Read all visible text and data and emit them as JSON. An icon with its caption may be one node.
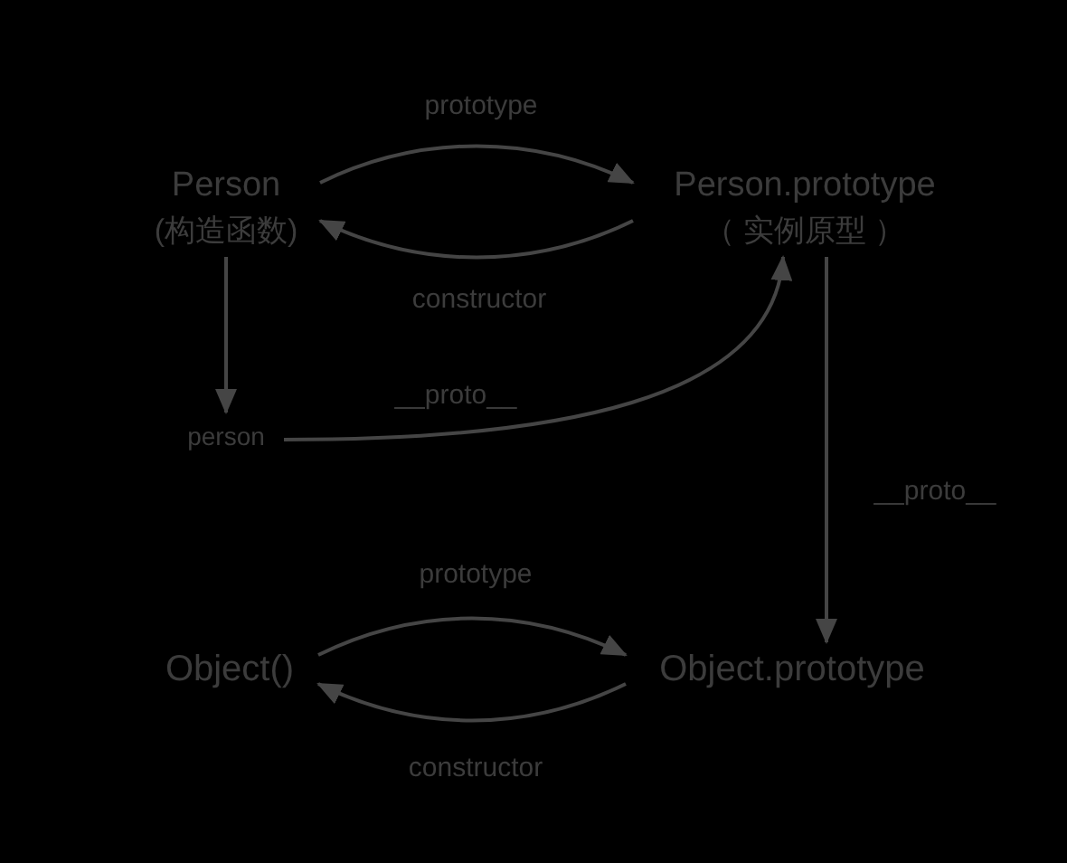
{
  "diagram": {
    "nodes": [
      {
        "text": [
          "Person",
          "(构造函数)"
        ]
      },
      {
        "text": [
          "Person.prototype",
          "（ 实例原型 ）"
        ]
      },
      {
        "text": [
          "person"
        ]
      },
      {
        "text": [
          "Object()"
        ]
      },
      {
        "text": [
          "Object.prototype"
        ]
      }
    ],
    "edges": [
      {
        "from": 0,
        "to": 1,
        "arrow": "to",
        "label": "prototype"
      },
      {
        "from": 1,
        "to": 0,
        "arrow": "to",
        "label": "constructor"
      },
      {
        "from": 0,
        "to": 2,
        "arrow": "to"
      },
      {
        "from": 2,
        "to": 1,
        "arrow": "to",
        "label": "__proto__"
      },
      {
        "from": 1,
        "to": 4,
        "arrow": "to",
        "label": "__proto__"
      },
      {
        "from": 3,
        "to": 4,
        "arrow": "to",
        "label": "prototype"
      },
      {
        "from": 4,
        "to": 3,
        "arrow": "to",
        "label": "constructor"
      }
    ]
  }
}
